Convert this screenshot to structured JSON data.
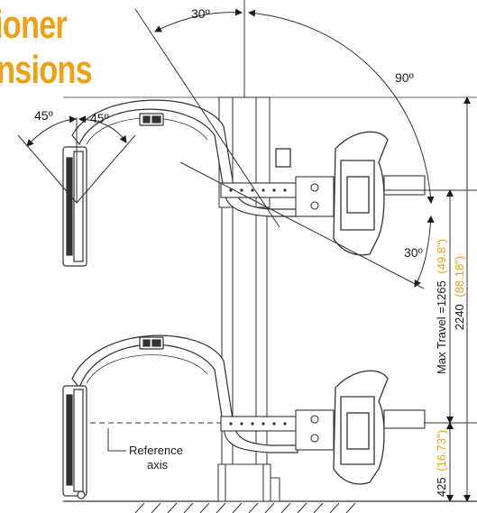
{
  "title": {
    "line1": "ioner",
    "line2": "nsions",
    "color": "#E8A21F"
  },
  "angles": {
    "top_left": "30º",
    "right_arc": "90º",
    "lower_right": "30º",
    "left_outer": "45º",
    "left_inner": "45º"
  },
  "dimensions": {
    "total_mm": "2240",
    "total_in": "(88.18\")",
    "travel_prefix": "Max Travel =1265",
    "travel_in": "(49.8\")",
    "min_mm": "425",
    "min_in": "(16.73\")"
  },
  "labels": {
    "reference_line1": "Reference",
    "reference_line2": "axis"
  },
  "colors": {
    "ink": "#1a1a1a",
    "accent": "#E8A21F",
    "line": "#333333"
  }
}
